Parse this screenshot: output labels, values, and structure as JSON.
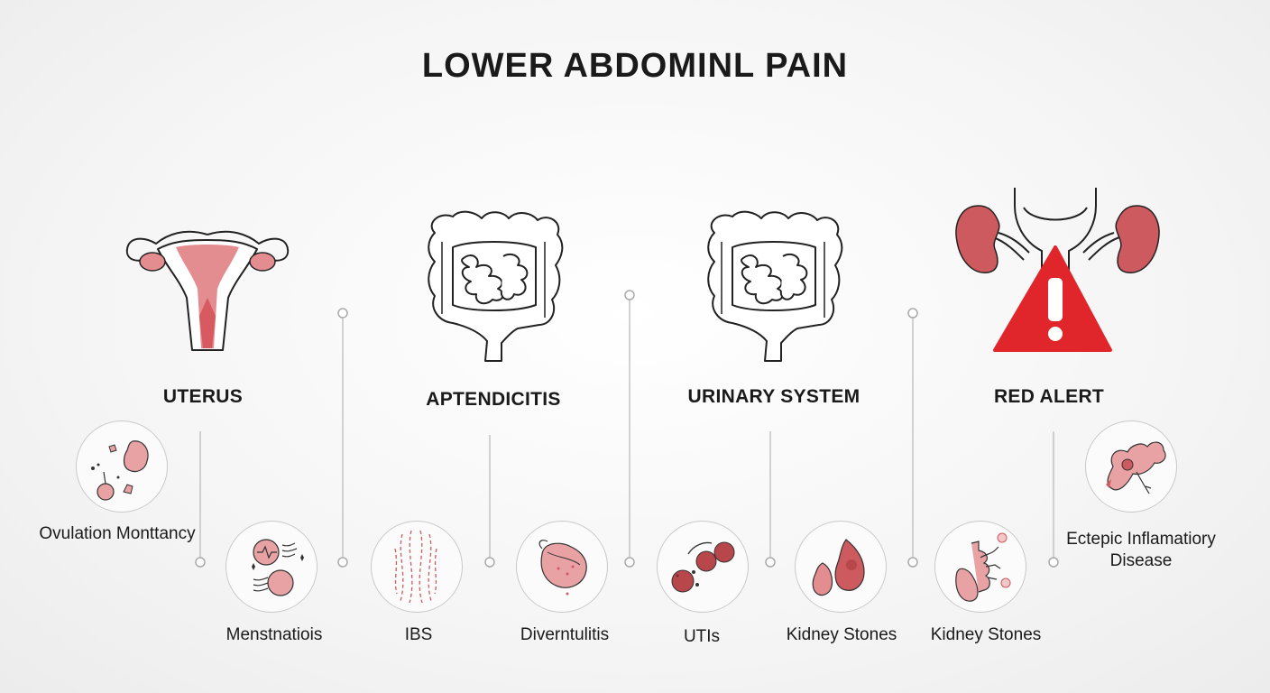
{
  "title": "LOWER ABDOMINL PAIN",
  "categories": [
    {
      "label": "UTERUS",
      "icon": "uterus-icon"
    },
    {
      "label": "APTENDICITIS",
      "icon": "intestine-icon"
    },
    {
      "label": "URINARY SYSTEM",
      "icon": "intestine-icon"
    },
    {
      "label": "RED ALERT",
      "icon": "kidney-alert-icon"
    }
  ],
  "items": [
    {
      "label": "Ovulation Monttancy",
      "icon": "ovulation-icon"
    },
    {
      "label": "Menstnatiois",
      "icon": "menstruation-icon"
    },
    {
      "label": "IBS",
      "icon": "ibs-icon"
    },
    {
      "label": "Diverntulitis",
      "icon": "diverticulitis-icon"
    },
    {
      "label": "UTIs",
      "icon": "bacteria-icon"
    },
    {
      "label": "Kidney Stones",
      "icon": "kidney-stones-icon"
    },
    {
      "label": "Kidney Stones",
      "icon": "ovary-tube-icon"
    },
    {
      "label": "Ectepic Inflamatiory Disease",
      "icon": "ectopic-icon"
    }
  ],
  "colors": {
    "accent": "#d9646a",
    "alert": "#e0262b",
    "line": "#c4c4c4",
    "organ_fill": "#e8a2a4"
  }
}
